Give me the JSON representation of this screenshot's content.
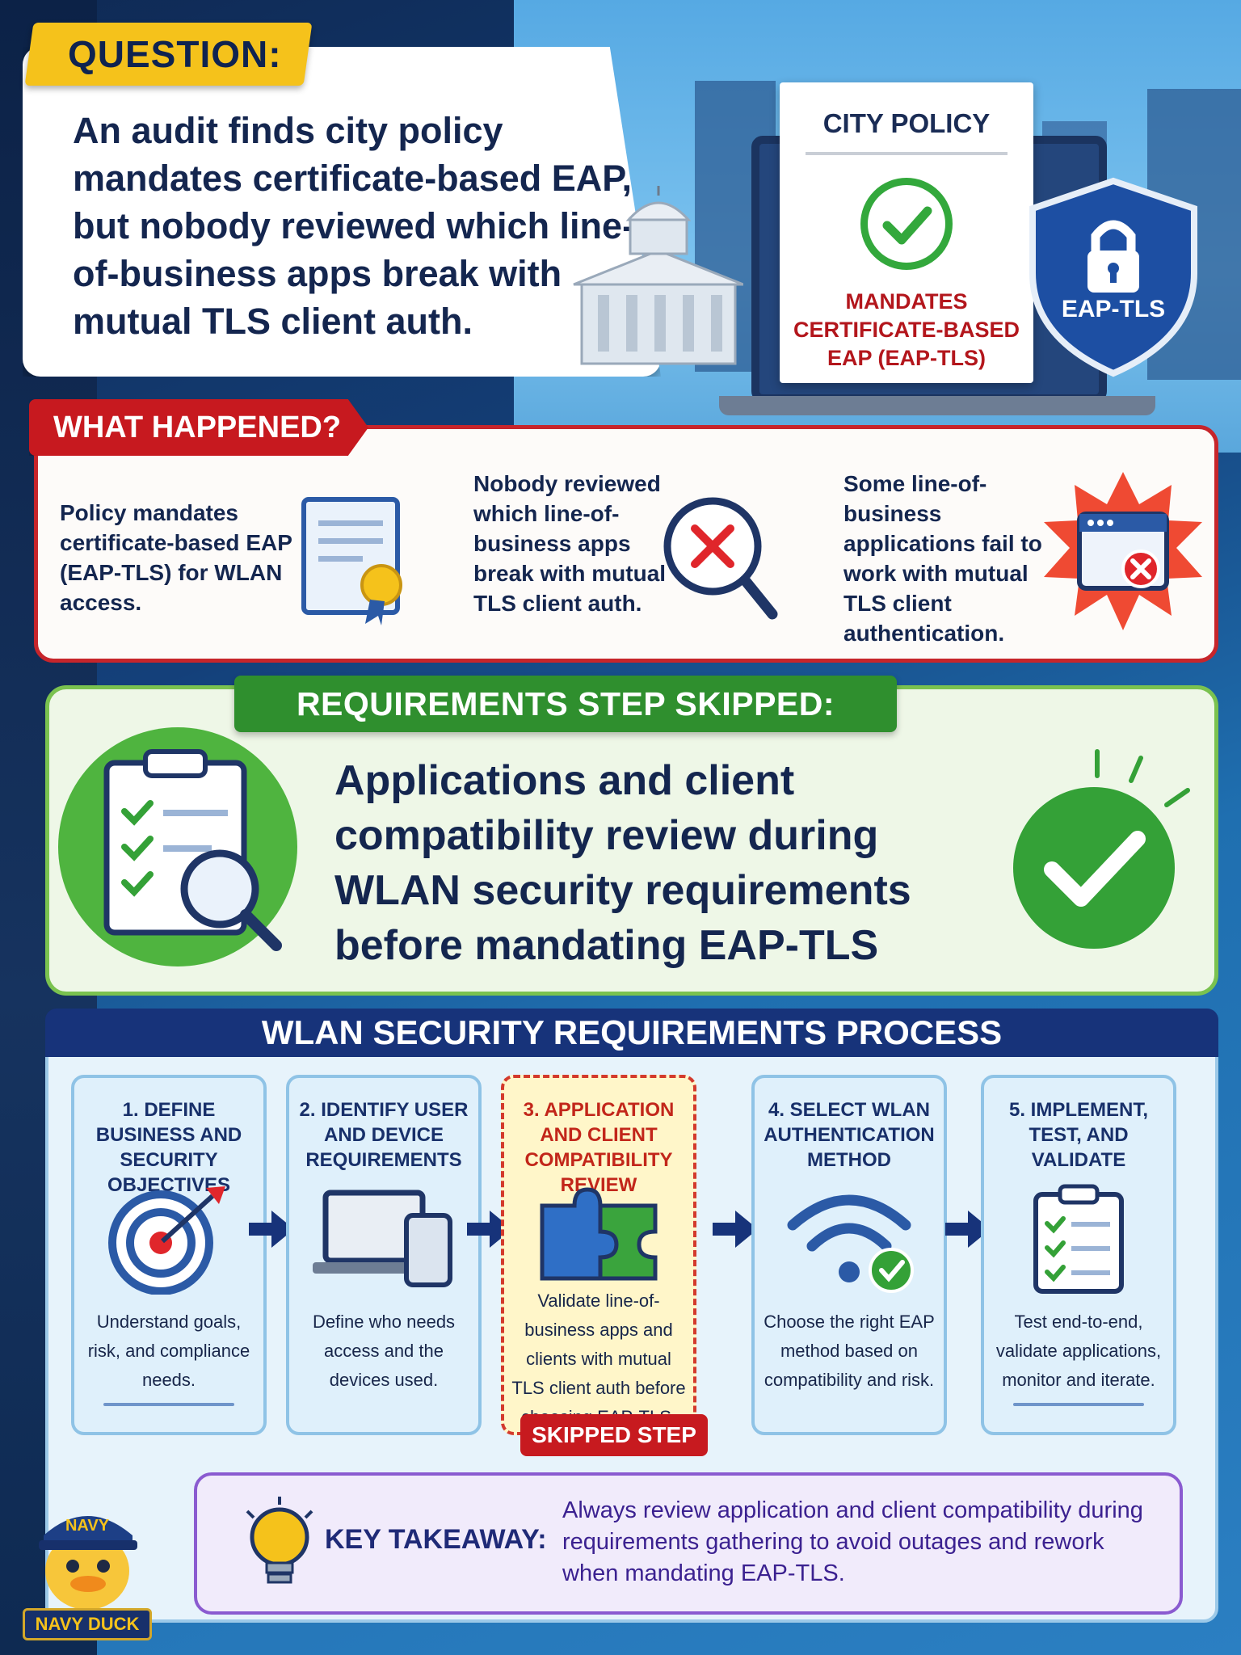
{
  "question": {
    "tag": "QUESTION:",
    "text": "An audit finds city policy mandates certificate-based EAP, but nobody reviewed which line-of-business apps break with mutual TLS client auth."
  },
  "policy": {
    "title": "CITY POLICY",
    "text": "MANDATES CERTIFICATE-BASED EAP (EAP-TLS)",
    "shield_label": "EAP-TLS"
  },
  "what_happened": {
    "tag": "WHAT HAPPENED?",
    "item1": "Policy mandates certificate-based EAP (EAP-TLS) for WLAN access.",
    "item2": "Nobody reviewed which line-of-business apps break with mutual TLS client auth.",
    "item3": "Some line-of-business applications fail to work with mutual TLS client authentication."
  },
  "requirements": {
    "tag": "REQUIREMENTS STEP SKIPPED:",
    "text": "Applications and client compatibility review during WLAN security requirements before mandating EAP-TLS"
  },
  "process": {
    "title": "WLAN SECURITY REQUIREMENTS PROCESS",
    "steps": [
      {
        "title": "1. DEFINE BUSINESS AND SECURITY OBJECTIVES",
        "desc": "Understand goals, risk, and compliance needs."
      },
      {
        "title": "2. IDENTIFY USER AND DEVICE REQUIREMENTS",
        "desc": "Define who needs access and the devices used."
      },
      {
        "title": "3. APPLICATION AND CLIENT COMPATIBILITY REVIEW",
        "desc": "Validate line-of-business apps and clients with mutual TLS client auth before choosing EAP-TLS."
      },
      {
        "title": "4. SELECT WLAN AUTHENTICATION METHOD",
        "desc": "Choose the right EAP method based on compatibility and risk."
      },
      {
        "title": "5. IMPLEMENT, TEST, AND VALIDATE",
        "desc": "Test end-to-end, validate applications, monitor and iterate."
      }
    ],
    "skipped_label": "SKIPPED STEP"
  },
  "takeaway": {
    "label": "KEY TAKEAWAY:",
    "text": "Always review application and client compatibility during requirements gathering to avoid outages and rework when mandating EAP-TLS."
  },
  "mascot": {
    "hat": "NAVY",
    "label": "NAVY DUCK"
  },
  "colors": {
    "navy": "#17337a",
    "red": "#c7191f",
    "green": "#2f8f2e",
    "yellow": "#f5c21b",
    "purple": "#8a5bd0"
  }
}
